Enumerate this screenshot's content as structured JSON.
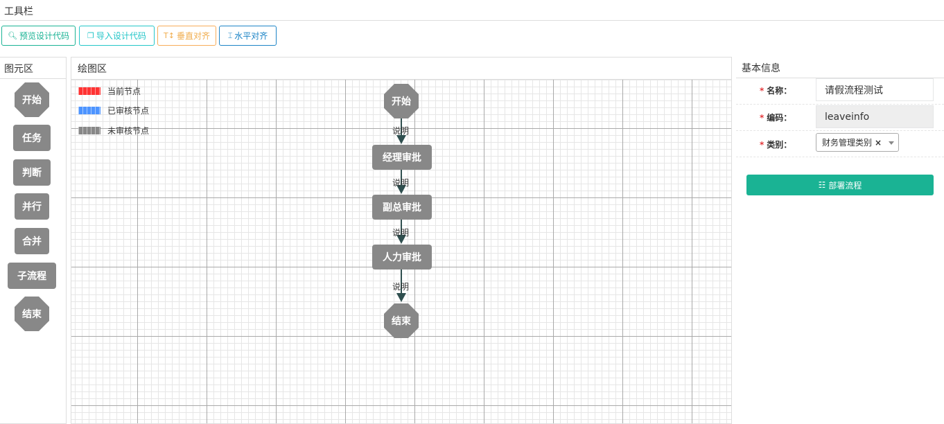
{
  "toolbar": {
    "title": "工具栏",
    "buttons": {
      "preview": "预览设计代码",
      "import": "导入设计代码",
      "valign": "垂直对齐",
      "halign": "水平对齐"
    },
    "icons": {
      "preview": "search-icon",
      "import": "copy-icon",
      "valign": "vertical-align-icon",
      "halign": "horizontal-align-icon"
    }
  },
  "palette": {
    "title": "图元区",
    "items": [
      "开始",
      "任务",
      "判断",
      "并行",
      "合并",
      "子流程",
      "结束"
    ]
  },
  "canvas": {
    "title": "绘图区",
    "legend": [
      {
        "label": "当前节点",
        "color": "#ff3333"
      },
      {
        "label": "已审核节点",
        "color": "#4d94ff"
      },
      {
        "label": "未审核节点",
        "color": "#888888"
      }
    ],
    "nodes": [
      "开始",
      "经理审批",
      "副总审批",
      "人力审批",
      "结束"
    ],
    "edge_label": "说明"
  },
  "info": {
    "title": "基本信息",
    "name_label": "名称：",
    "name_value": "请假流程测试",
    "code_label": "编码：",
    "code_value": "leaveinfo",
    "type_label": "类别：",
    "type_value": "财务管理类别",
    "type_clear": "×",
    "deploy_label": "部署流程"
  },
  "colors": {
    "primary": "#1ab394",
    "node_gray": "#888888",
    "arrow": "#2f4f4f"
  }
}
